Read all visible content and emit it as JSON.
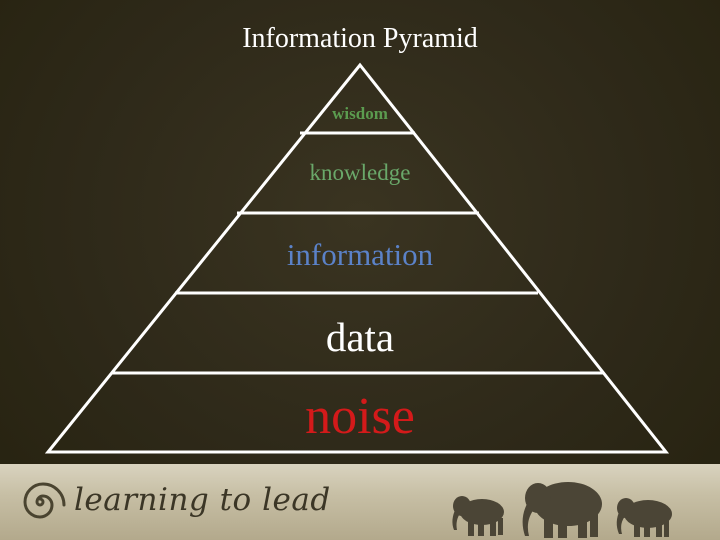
{
  "title": "Information Pyramid",
  "pyramid": {
    "levels": [
      {
        "label": "wisdom",
        "color": "#5b9b4f"
      },
      {
        "label": "knowledge",
        "color": "#6aa86a"
      },
      {
        "label": "information",
        "color": "#5b82c8"
      },
      {
        "label": "data",
        "color": "#ffffff"
      },
      {
        "label": "noise",
        "color": "#d41a1a"
      }
    ],
    "outline_color": "#ffffff"
  },
  "footer": {
    "brand": "learning to lead"
  }
}
